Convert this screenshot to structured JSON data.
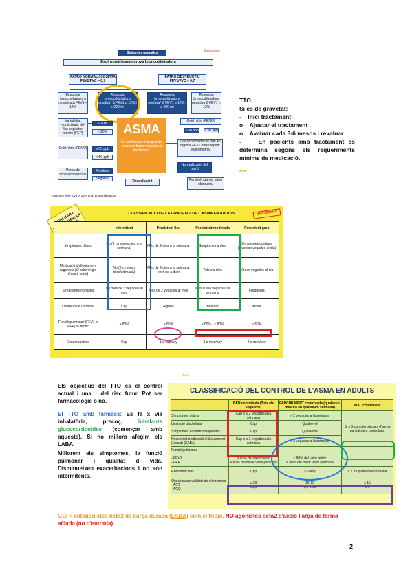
{
  "flowchart": {
    "title": "Sintomes asmatics",
    "subtitle": "Espirometria amb prova broncodilatadora",
    "left_branch": "PATRÓ NORMAL / SOSPITA\nFEV1/FVC > 0,7",
    "right_branch": "PATRÓ OBSTRUCTIU\nFEV1/FVC < 0,7",
    "box_neg1": "Resposta broncodilatadora negativa\nΔ FEV1 < 12%",
    "box_pos1": "Resposta broncodilatadora positiva*\nΔ FEV1 ≥ 12% i ≥ 200 ml",
    "box_pos2": "Resposta broncodilatadora positiva*\nΔ FEV1 ≥ 12% i ≥ 200 ml",
    "box_neg2": "Resposta broncodilatadora negativa\nΔ FEV1 < 12%",
    "pef": "Variabilitat domiciliària del flux espiratori màxim (FEP)",
    "pef_a": "≥ 20%",
    "pef_b": "< 20%",
    "no1": "Òxid nítric (FENO)",
    "no1_a": "≥ 50 ppb",
    "no1_b": "< 50 ppb",
    "provoc": "Prova de broncoconstricció",
    "provoc_a": "Positiva",
    "provoc_b": "Negativa",
    "asma": "ASMA",
    "asma_note": "Es confirmarà el diagnòstic amb una bona resposta al tractament.",
    "no2": "Òxid nítric (FENO)",
    "no2_a": "≥ 50 ppb",
    "no2_b": "< 50 ppb",
    "gc": "Glucocorticoide via oral 40 mg/dia 14-21 dies i repetir espirometria",
    "normal": "Normalització del patró",
    "reeval": "Reavaluació",
    "persist": "Persistència del patró obstructiu",
    "footnote": "* Augment del FEV1 > 12% amb broncodilatador",
    "logo": "Gemasma"
  },
  "notes1": {
    "title": "TTO:",
    "line1": "Si és de gravetat:",
    "b1": "Inici tractament:",
    "b2": "Ajustar el tractament",
    "b3": "Avaluar cada 3-6 mesos i revaluar",
    "b4": "En pacients amb tractament es determina segons els requeriments mínims de medicació.",
    "stars": "***"
  },
  "table1": {
    "title": "CLASSIFICACIÓ DE LA GRAVETAT DE L'ASMA EN ADULTS",
    "stamp": "IMPORTANT",
    "side_note": "AVALUAR I RECLASSIFICAR CADA 3-6M",
    "headers": [
      "",
      "Intermitent",
      "Persistent lleu",
      "Persistent moderada",
      "Persistent greu"
    ],
    "rows": [
      [
        "Símptomes diürns",
        "No (2 o menys dies a la setmana)",
        "Més de 2 dies a la setmana",
        "Símptomes a diari",
        "Símptomes continus (diverses vegades al dia)"
      ],
      [
        "Medicació d'alleujament (agonista β2 adrenèrgic d'acció curta)",
        "No (2 o menys dies/setmana)",
        "Més de 2 dies a la setmana però no a diari",
        "Tots els dies",
        "Vàries vegades al dia"
      ],
      [
        "Símptomes nocturns",
        "No més de 2 vegades al mes",
        "Més de 2 vegades al mes",
        "Més d'una vegada a la setmana",
        "Freqüents"
      ],
      [
        "Limitació de l'activitat",
        "Cap",
        "Alguna",
        "Bastant",
        "Molta"
      ],
      [
        "Funció pulmonar (FEV1 o PEF) % teòric",
        "> 80%",
        "> 80%",
        "> 60% - < 80%",
        "≤ 60%"
      ],
      [
        "Exacerbacions",
        "Cap",
        "1 o cap/any",
        "2 o més/any",
        "2 o més/any"
      ]
    ]
  },
  "stars2": "***",
  "notes2": {
    "p1": "Els objectius del TTO és el control actual i una ↓ del risc futur. Pot ser farmacològic o no.",
    "p2_a": "El TTO amb fàrmacs:",
    "p2_b": " Es fa x via inhalatòria, precoç, ",
    "p2_c": "inhalants glucocorticoides",
    "p2_d": " (començar amb aquests). Si no millora afegim els LABA.",
    "p3": "Millorem els símptomes, la funció pulmonar i qualitat d vida. Disminueixen exacerbacions i no són intermitents.",
    "p4_a": "GCI + antagonistes beta2 de llarga durada (",
    "p4_b": "LABA",
    "p4_c": ") com el triopi.",
    "p4_d": "  NO agonistes beta2 d'acció llarga de forma aïllada (no d'entrada)."
  },
  "table2": {
    "title": "CLASSIFICACIÓ DEL CONTROL DE L'ASMA EN ADULTS",
    "headers": [
      "",
      "BEN controlada (Tots els següents)",
      "PARCIALMENT controlada (qualsevol mesura en qualsevol setmana)",
      "MAL controlada"
    ],
    "rows": [
      [
        "Símptomes diürns",
        "Cap o ≤ 2 vegades a la setmana",
        "> 2 vegades a la setmana",
        "Si ≥ 3 característiques d'asma parcialment controlada"
      ],
      [
        "Limitació d'activitats",
        "Cap",
        "Qualsevol",
        ""
      ],
      [
        "Símptomes nocturns/despertars",
        "Cap",
        "Qualsevol",
        ""
      ],
      [
        "Necessitat medicació d'alleujament (rescat) (SABA)",
        "Cap o ≤ 2 vegades a la setmana",
        "> 2 vegades a la setmana",
        ""
      ],
      [
        "Funció pulmonar",
        "",
        "",
        ""
      ],
      [
        "- FEV1\n- PEF",
        "> 80% del valor teòric\n> 80% del millor valor personal",
        "< 80% del valor teòric\n< 80% del millor valor personal",
        ""
      ],
      [
        "Exacerbacions",
        "Cap",
        "≥ 1/any",
        "≥ 1 en qualsevol setmana"
      ],
      [
        "Qüestionaris validats de símptomes\n- ACT\n- ACQ",
        "≥ 20\n≤ 0,5",
        "16-19\n0,5-0,99",
        "≤ 15\n≥ 1"
      ]
    ]
  },
  "page_number": "2"
}
